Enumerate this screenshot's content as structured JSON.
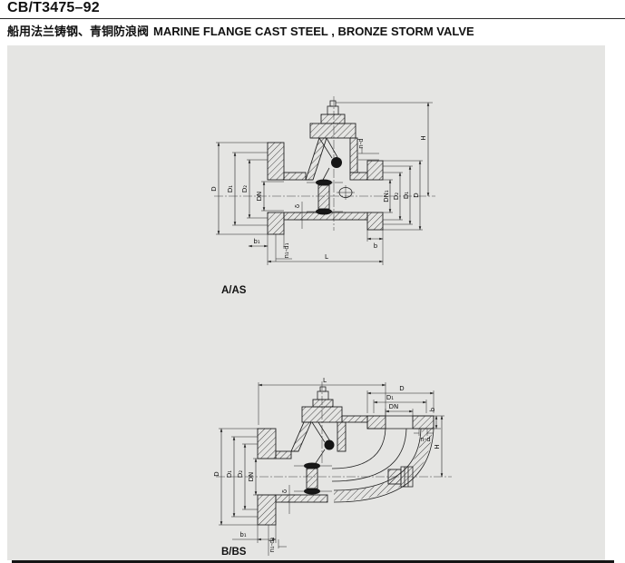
{
  "header": {
    "code": "CB/T3475–92",
    "title_cn": "船用法兰铸钢、青铜防浪阀",
    "title_en": "MARINE FLANGE CAST STEEL , BRONZE STORM VALVE"
  },
  "colors": {
    "page_bg": "#ffffff",
    "panel_bg": "#e5e5e3",
    "line": "#222222",
    "bottom_bar": "#151515"
  },
  "drawing_a": {
    "caption": "A/AS",
    "labels": {
      "left": [
        "D",
        "D₁",
        "D₂",
        "DN"
      ],
      "right": [
        "DN₁",
        "D₂",
        "D₁",
        "D"
      ],
      "height": "H",
      "bolt_right": "n-d",
      "bolt_left": "n₁-d₁",
      "thickness_left": "b₁",
      "thickness_right": "b",
      "wall": "δ",
      "length": "L"
    }
  },
  "drawing_b": {
    "caption": "B/BS",
    "labels": {
      "length": "L",
      "top": [
        "D",
        "D₁",
        "DN"
      ],
      "outlet_thickness": "b",
      "bolt_top": "n-d",
      "height": "H",
      "left": [
        "D",
        "D₁",
        "D₂",
        "DN"
      ],
      "thickness_left": "b₁",
      "bolt_left": "n₁-d₁",
      "wall": "δ"
    }
  }
}
